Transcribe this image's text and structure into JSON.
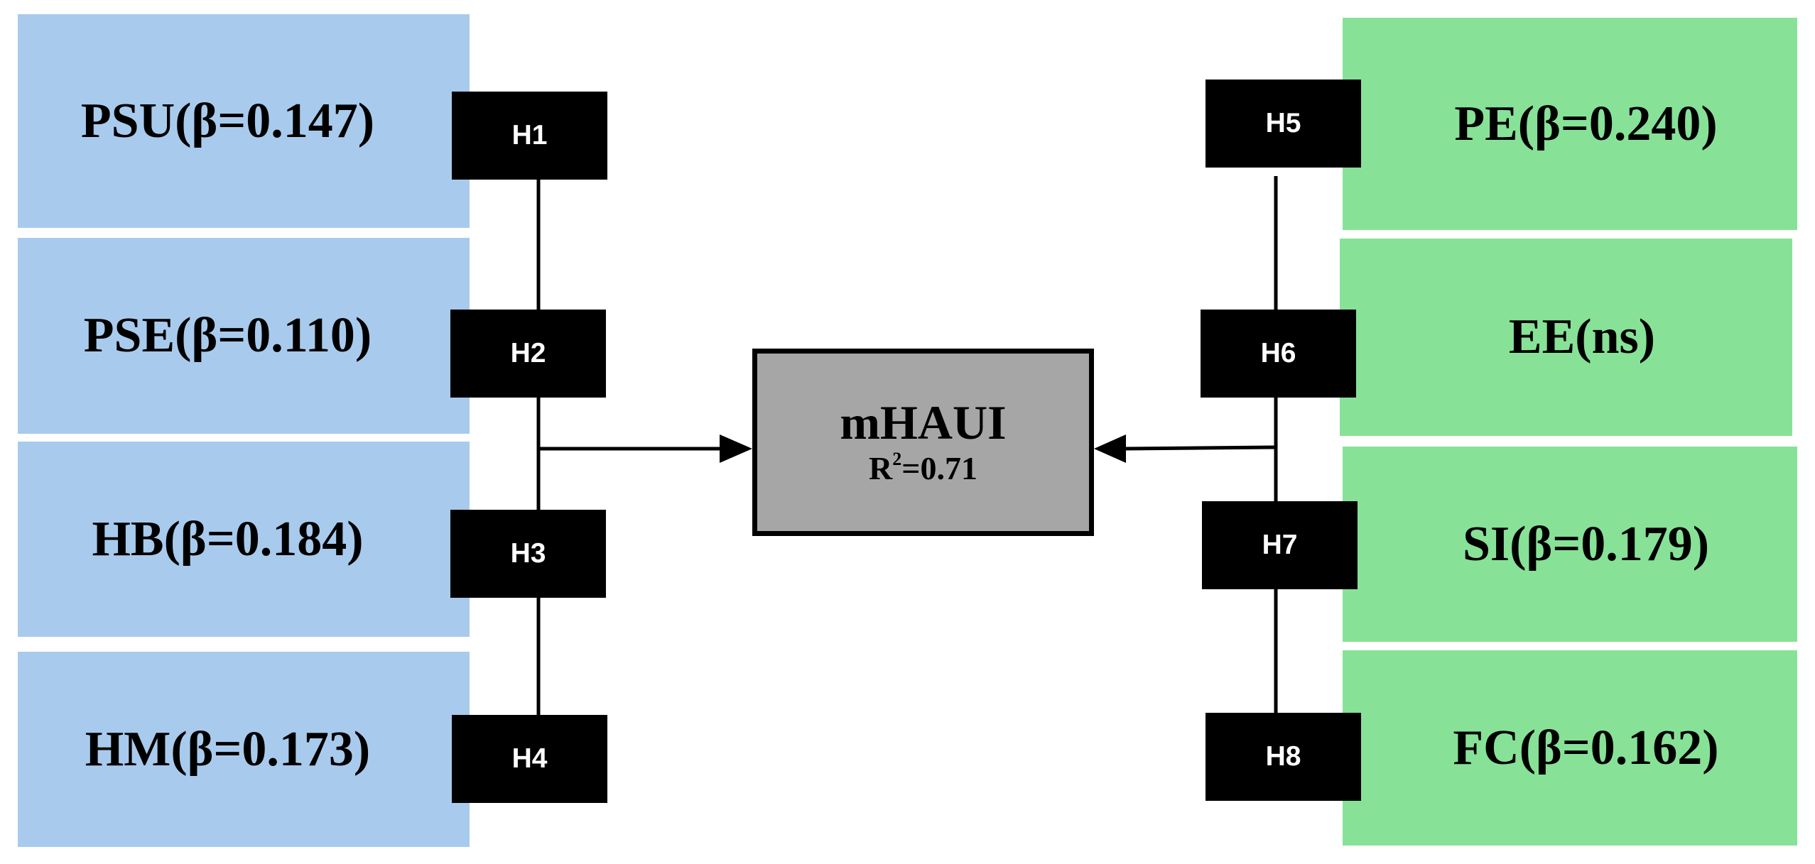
{
  "colors": {
    "left_fill": "#a8cbed",
    "right_fill": "#87e297",
    "badge_fill": "#000000",
    "center_fill": "#a6a6a6",
    "line": "#000000"
  },
  "left_constructs": [
    {
      "label": "PSU(β=0.147)",
      "hypothesis": "H1"
    },
    {
      "label": "PSE(β=0.110)",
      "hypothesis": "H2"
    },
    {
      "label": "HB(β=0.184)",
      "hypothesis": "H3"
    },
    {
      "label": "HM(β=0.173)",
      "hypothesis": "H4"
    }
  ],
  "right_constructs": [
    {
      "label": "PE(β=0.240)",
      "hypothesis": "H5"
    },
    {
      "label": "EE(ns)",
      "hypothesis": "H6"
    },
    {
      "label": "SI(β=0.179)",
      "hypothesis": "H7"
    },
    {
      "label": "FC(β=0.162)",
      "hypothesis": "H8"
    }
  ],
  "outcome": {
    "name": "mHAUI",
    "r_label": "R",
    "r_exponent": "2",
    "r_value": "=0.71"
  }
}
